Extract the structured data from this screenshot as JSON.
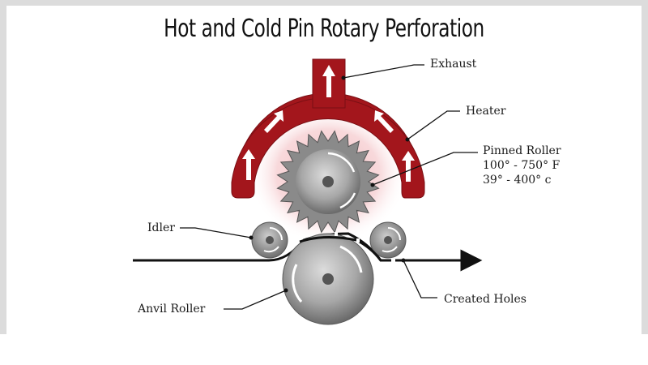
{
  "title": "Hot and Cold Pin Rotary Perforation",
  "labels": {
    "exhaust": "Exhaust",
    "heater": "Heater",
    "pinned_roller": "Pinned Roller",
    "temp_f": "100° - 750° F",
    "temp_c": "39° - 400° c",
    "idler": "Idler",
    "anvil_roller": "Anvil Roller",
    "created_holes": "Created Holes"
  },
  "colors": {
    "heater_red": "#a3161c",
    "heater_glow": "#f2b9bd",
    "roller_dark": "#6e6e6e",
    "roller_light": "#cfcfcf",
    "web_line": "#111111"
  },
  "icons": [
    "flow-arrow-icon"
  ]
}
